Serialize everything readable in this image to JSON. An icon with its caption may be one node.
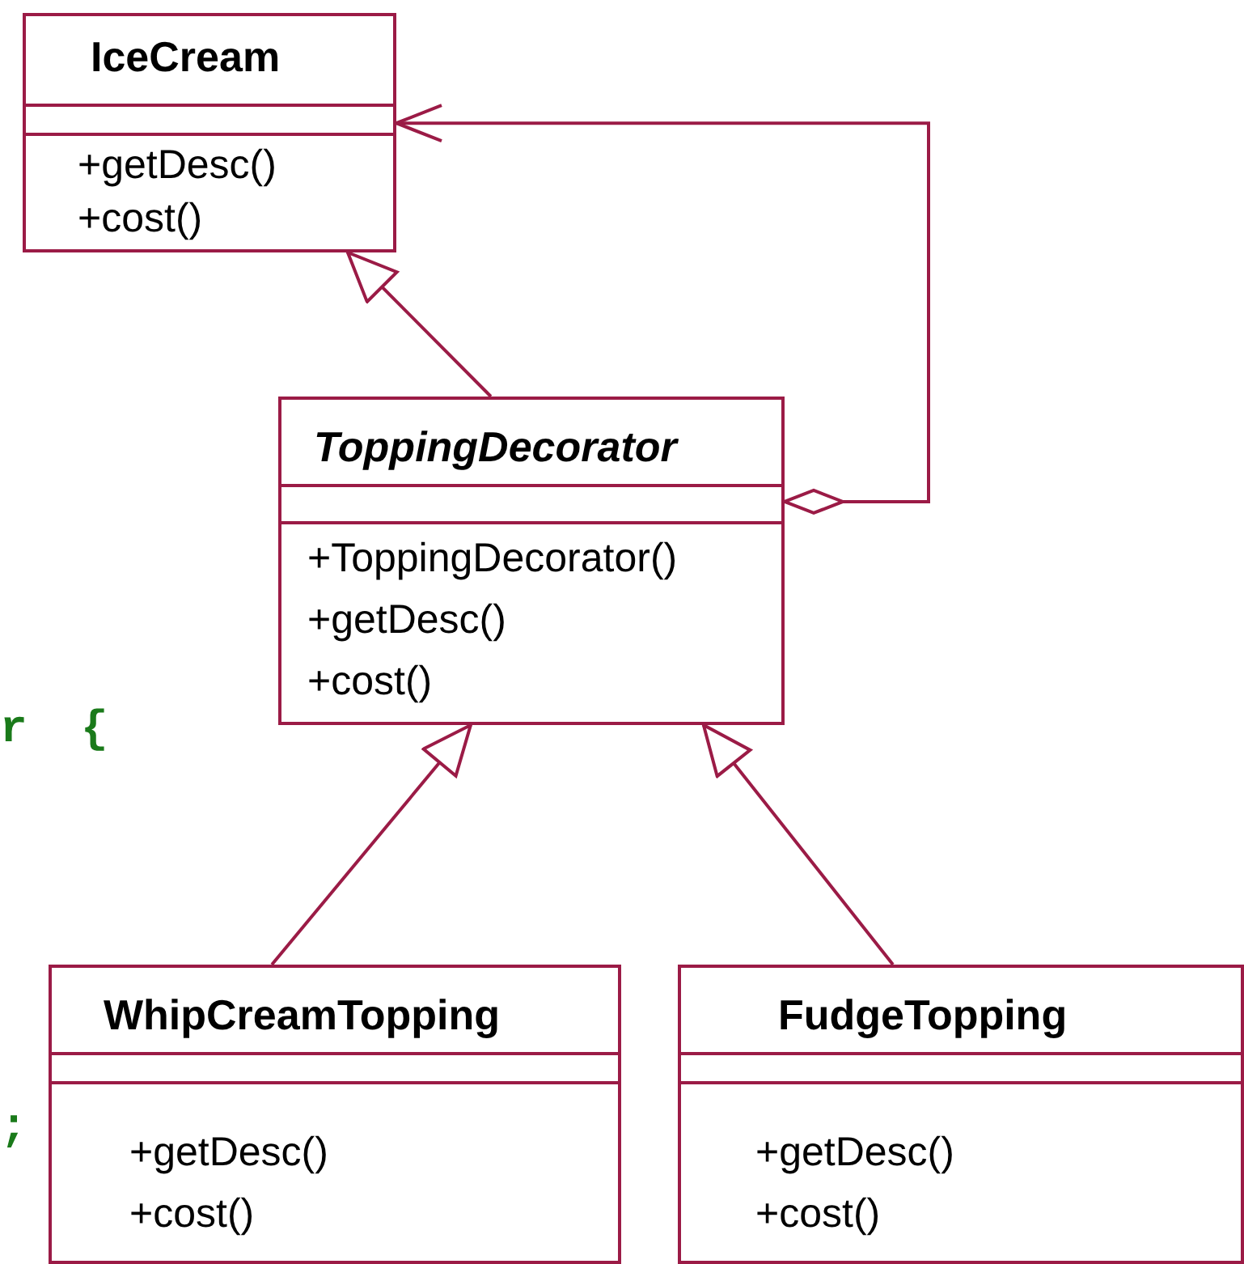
{
  "diagram": {
    "nodes": [
      {
        "text": [
          "IceCream",
          "+getDesc()",
          "+cost()"
        ]
      },
      {
        "text": [
          "ToppingDecorator",
          "+ToppingDecorator()",
          "+getDesc()",
          "+cost()"
        ]
      },
      {
        "text": [
          "WhipCreamTopping",
          "+getDesc()",
          "+cost()"
        ]
      },
      {
        "text": [
          "FudgeTopping",
          "+getDesc()",
          "+cost()"
        ]
      }
    ],
    "edges": [
      {
        "from": 1,
        "to": 0,
        "arrow": "to"
      },
      {
        "from": 1,
        "to": 0,
        "arrow": "to"
      },
      {
        "from": 2,
        "to": 1,
        "arrow": "to"
      },
      {
        "from": 3,
        "to": 1,
        "arrow": "to"
      }
    ],
    "labels": [
      "r",
      "{",
      ";"
    ]
  }
}
